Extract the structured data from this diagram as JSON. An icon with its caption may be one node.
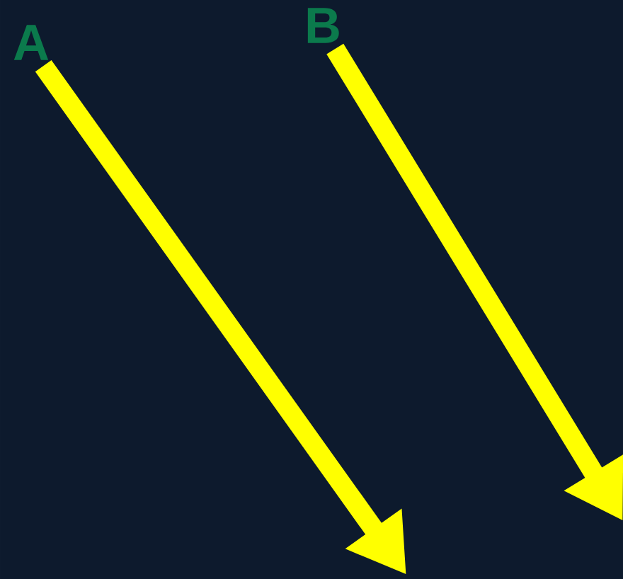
{
  "diagram": {
    "nodes": [
      {
        "text": [
          "A"
        ]
      },
      {
        "text": [
          "B"
        ]
      }
    ],
    "edges": [
      {
        "from": 0,
        "to": null,
        "arrow": "to"
      },
      {
        "from": 1,
        "to": null,
        "arrow": "to"
      }
    ]
  }
}
